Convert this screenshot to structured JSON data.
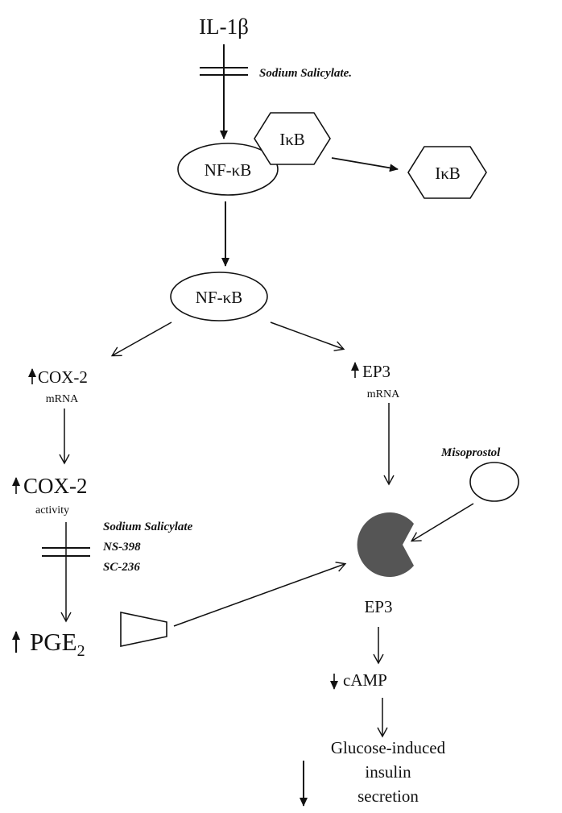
{
  "nodes": {
    "il1b": "IL-1β",
    "ikb_bound": "IκB",
    "nfkb_cytoplasm": "NF-κB",
    "ikb_released": "IκB",
    "nfkb_nucleus": "NF-κB",
    "cox2_mrna": "COX-2",
    "cox2_mrna_sub": "mRNA",
    "ep3_mrna": "EP3",
    "ep3_mrna_sub": "mRNA",
    "cox2_activity": "COX-2",
    "cox2_activity_sub": "activity",
    "pge2": "PGE",
    "pge2_subscript": "2",
    "ep3_receptor": "EP3",
    "camp": "cAMP",
    "insulin_line1": "Glucose-induced",
    "insulin_line2": "insulin",
    "insulin_line3": "secretion"
  },
  "agents": {
    "inhibitor_top": "Sodium Salicylate.",
    "misoprostol": "Misoprostol",
    "inhibitors_cox2": [
      "Sodium Salicylate",
      "NS-398",
      "SC-236"
    ]
  },
  "colors": {
    "ink": "#111111",
    "receptor": "#555555",
    "background": "#ffffff"
  }
}
